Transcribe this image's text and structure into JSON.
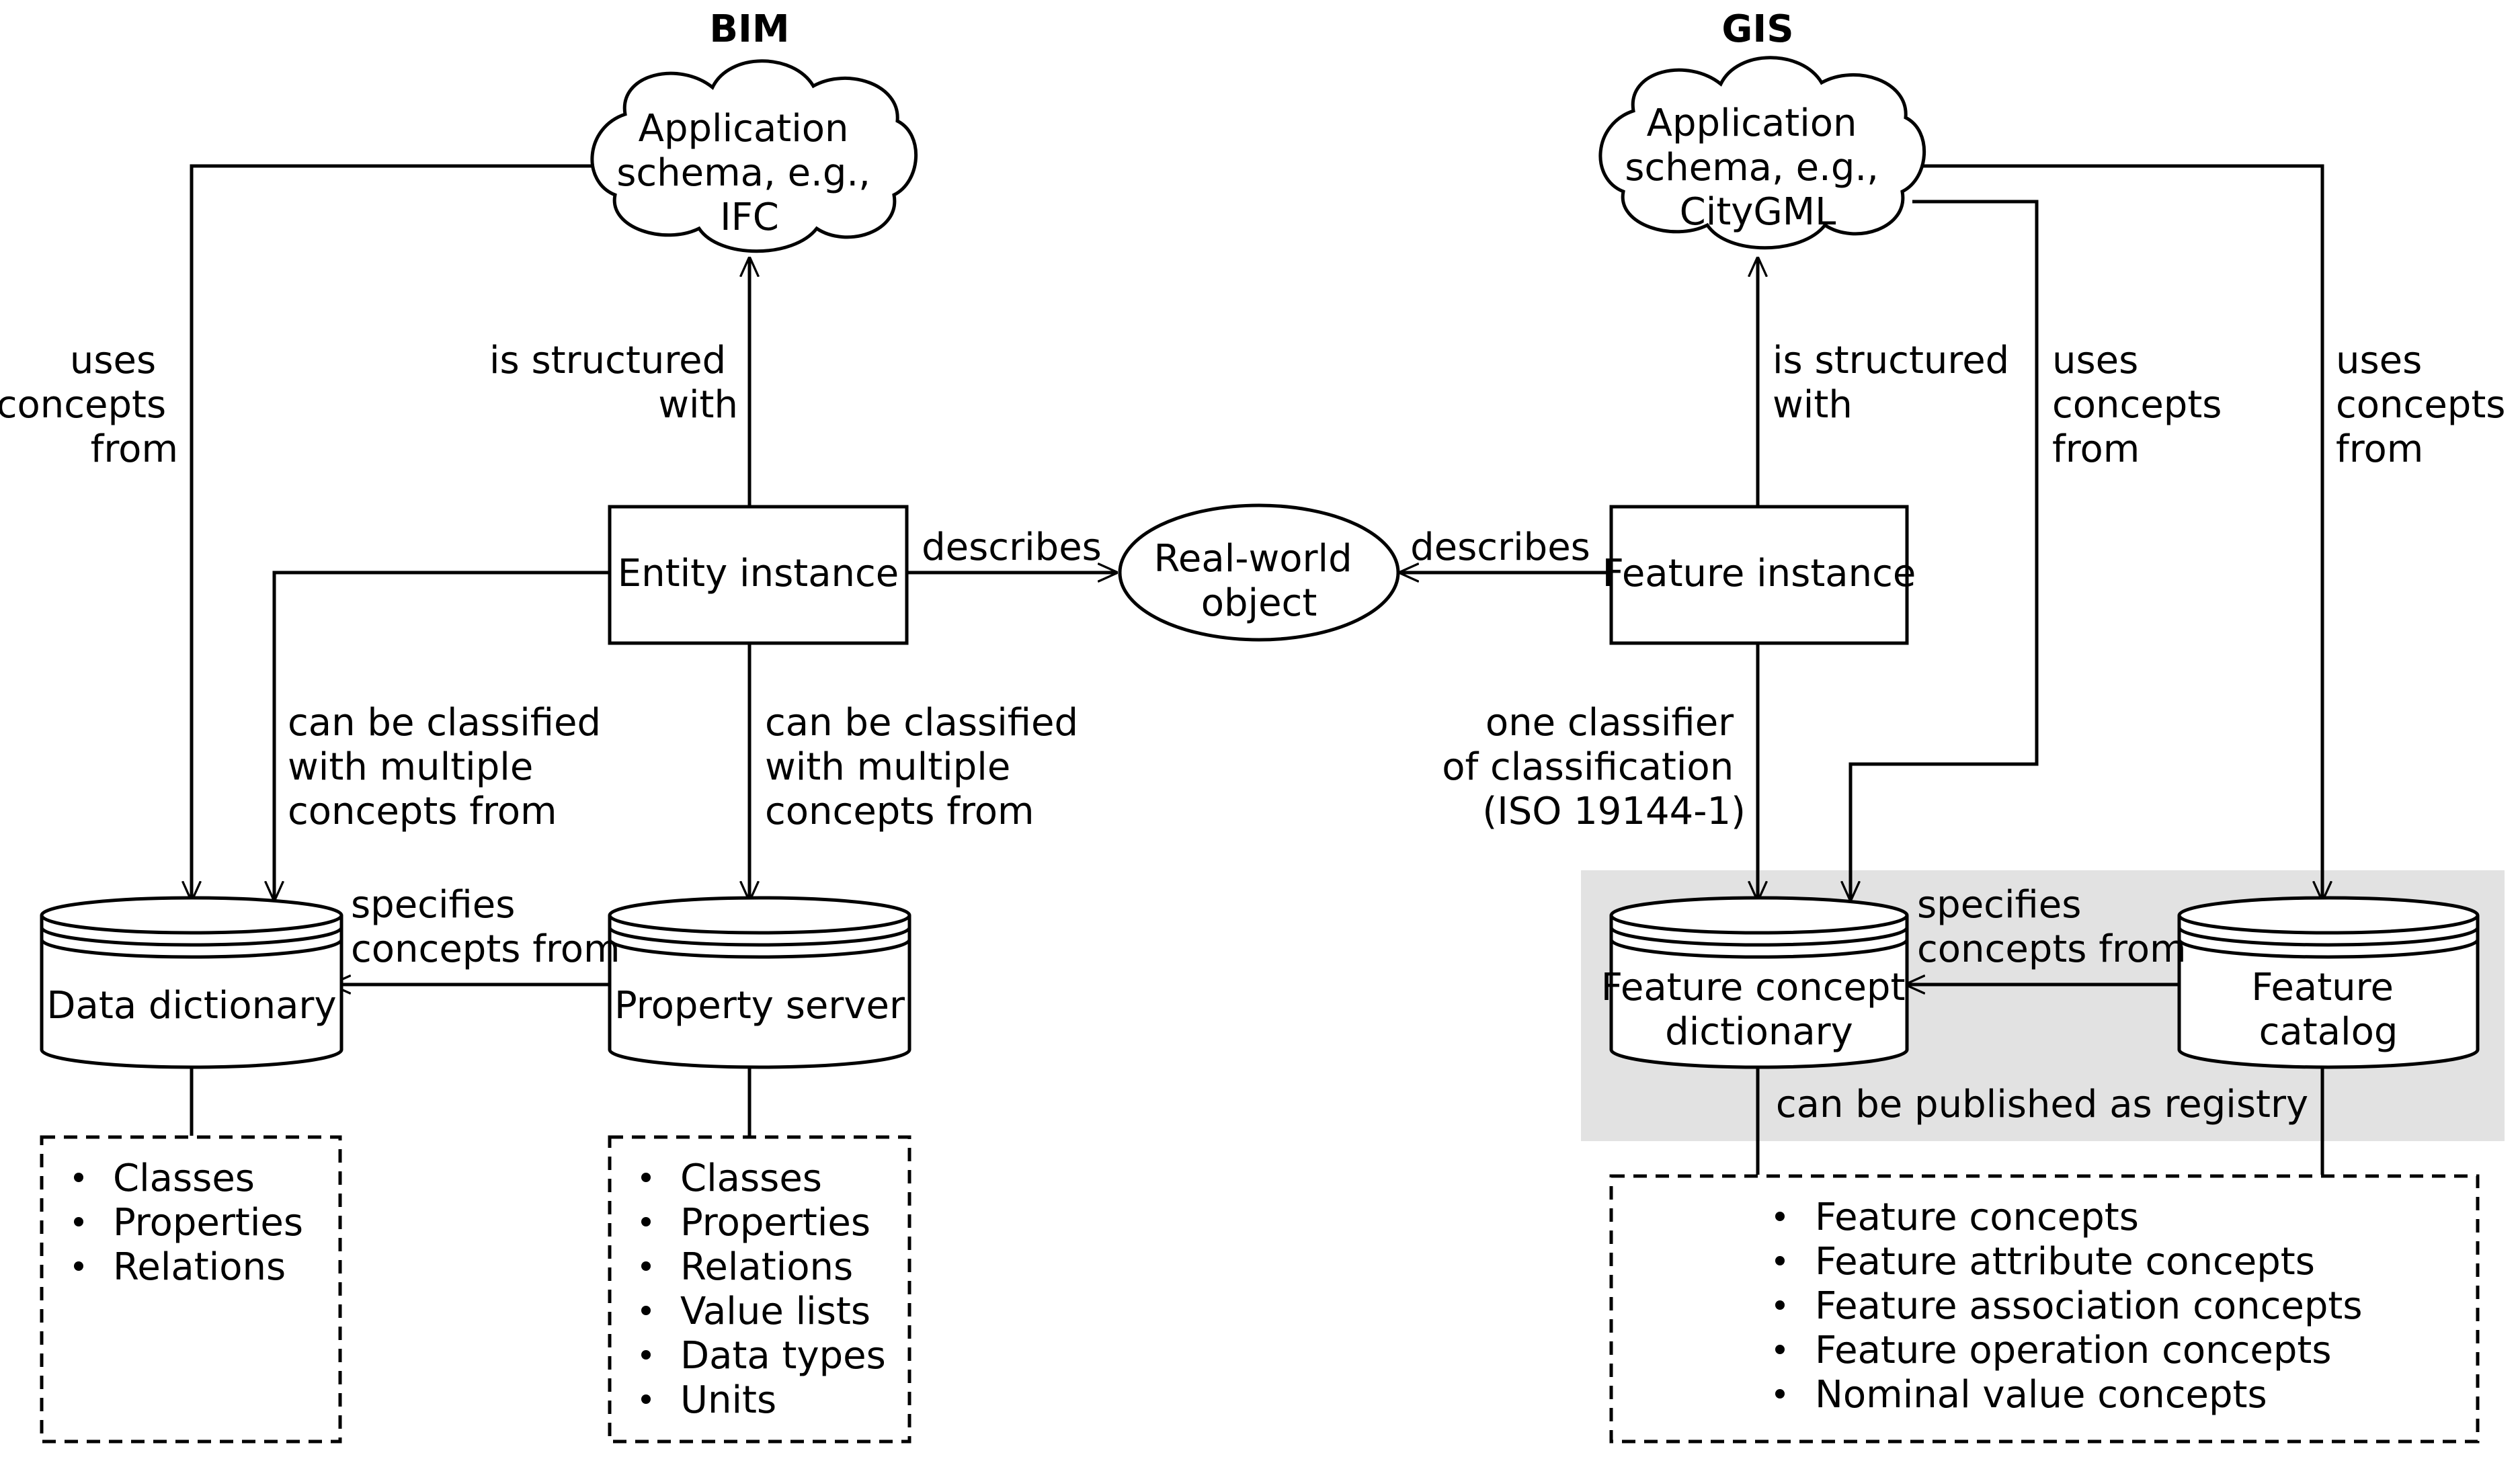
{
  "headings": {
    "bim": "BIM",
    "gis": "GIS"
  },
  "nodes": {
    "bim_schema": [
      "Application",
      "schema, e.g.,",
      "IFC"
    ],
    "gis_schema": [
      "Application",
      "schema, e.g.,",
      "CityGML"
    ],
    "entity_instance": "Entity instance",
    "feature_instance": "Feature instance",
    "real_world_object": [
      "Real-world",
      "object"
    ],
    "data_dictionary": "Data dictionary",
    "property_server": "Property server",
    "feature_concept_dictionary": [
      "Feature concept",
      "dictionary"
    ],
    "feature_catalog": [
      "Feature",
      "catalog"
    ]
  },
  "edge_labels": {
    "bim_uses": [
      "uses",
      "concepts",
      "from"
    ],
    "bim_structured": [
      "is structured",
      "with"
    ],
    "gis_structured": [
      "is structured",
      "with"
    ],
    "gis_uses_1": [
      "uses",
      "concepts",
      "from"
    ],
    "gis_uses_2": [
      "uses",
      "concepts",
      "from"
    ],
    "describes_left": "describes",
    "describes_right": "describes",
    "classified_1": [
      "can be classified",
      "with multiple",
      "concepts from"
    ],
    "classified_2": [
      "can be classified",
      "with multiple",
      "concepts from"
    ],
    "one_classifier": [
      "one classifier",
      "of classification",
      "(ISO 19144-1)"
    ],
    "specifies_bim": [
      "specifies",
      "concepts from"
    ],
    "specifies_gis": [
      "specifies",
      "concepts from"
    ],
    "published": "can be published as registry"
  },
  "lists": {
    "data_dictionary": [
      "Classes",
      "Properties",
      "Relations"
    ],
    "property_server": [
      "Classes",
      "Properties",
      "Relations",
      "Value lists",
      "Data types",
      "Units"
    ],
    "gis_concepts": [
      "Feature concepts",
      "Feature attribute concepts",
      "Feature association concepts",
      "Feature operation concepts",
      "Nominal value concepts"
    ]
  },
  "colors": {
    "registry_shade": "#e2e2e2",
    "line": "#000000"
  }
}
